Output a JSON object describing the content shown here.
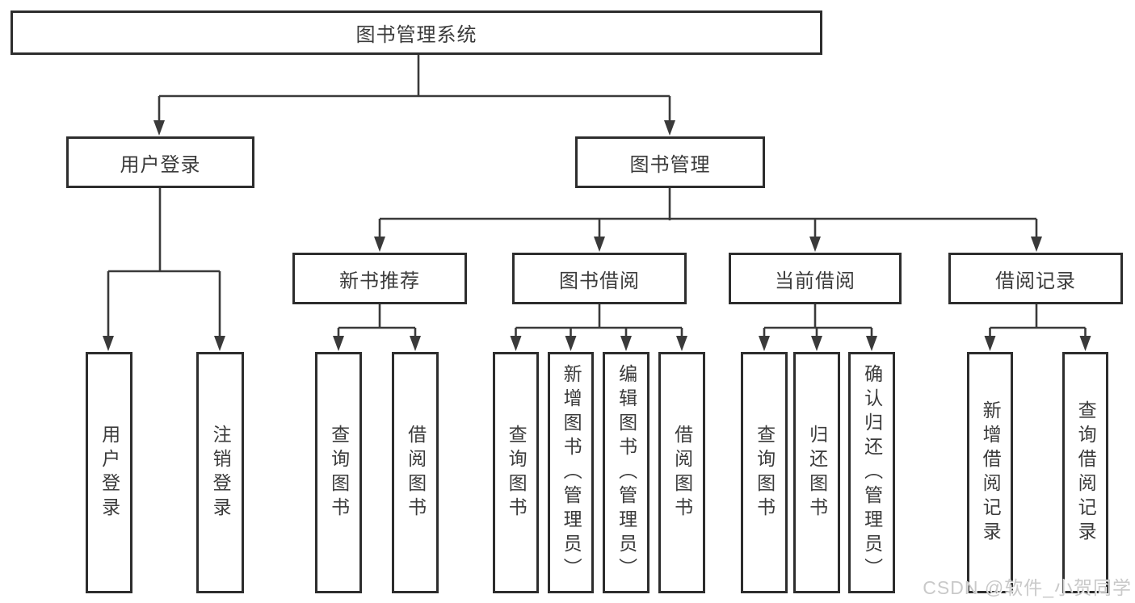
{
  "diagram": {
    "title": "图书管理系统",
    "branches": [
      {
        "label": "用户登录",
        "leaves": [
          "用户登录",
          "注销登录"
        ]
      },
      {
        "label": "图书管理",
        "groups": [
          {
            "label": "新书推荐",
            "leaves": [
              "查询图书",
              "借阅图书"
            ]
          },
          {
            "label": "图书借阅",
            "leaves": [
              "查询图书",
              "新增图书（管理员）",
              "编辑图书（管理员）",
              "借阅图书"
            ]
          },
          {
            "label": "当前借阅",
            "leaves": [
              "查询图书",
              "归还图书",
              "确认归还（管理员）"
            ]
          },
          {
            "label": "借阅记录",
            "leaves": [
              "新增借阅记录",
              "查询借阅记录"
            ]
          }
        ]
      }
    ]
  },
  "watermark": "CSDN @软件_小贺同学",
  "colors": {
    "line": "#3a3a3a",
    "box_border": "#2d2d2d",
    "text": "#3b3b3b",
    "watermark": "#c9c9c9",
    "background": "#ffffff"
  }
}
